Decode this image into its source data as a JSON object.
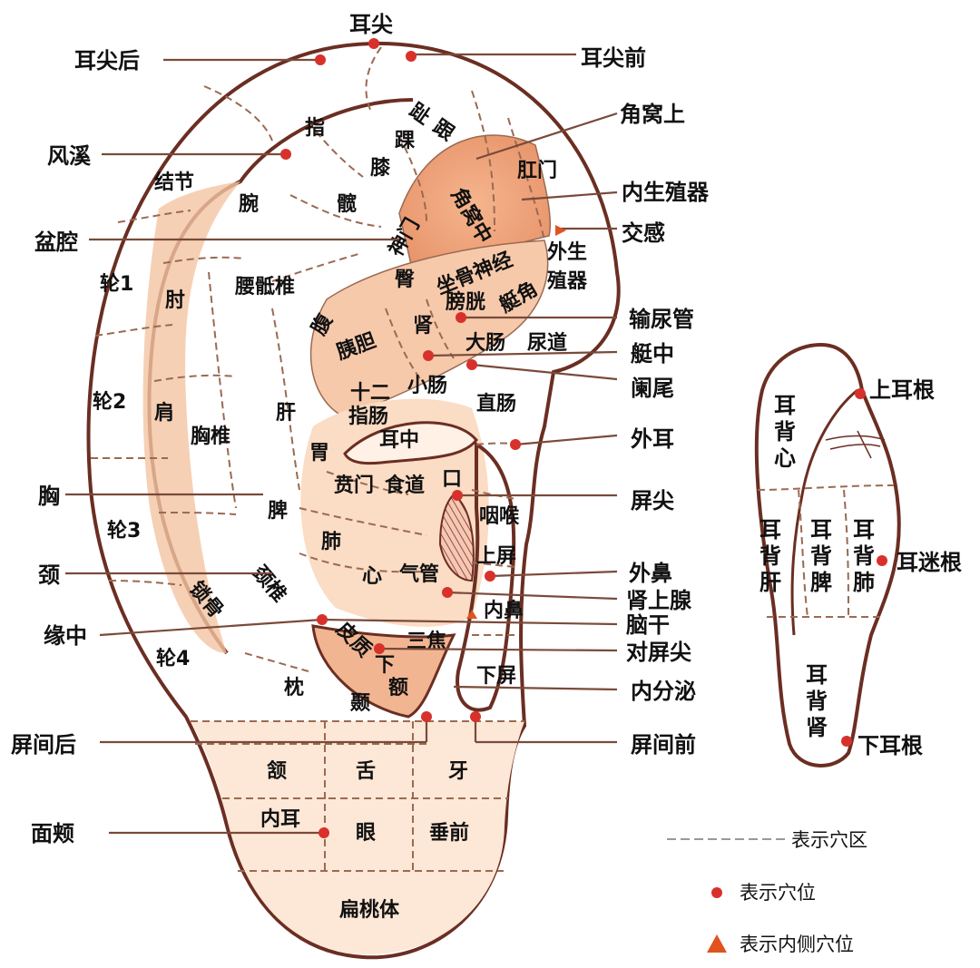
{
  "zones": {
    "zhi": "指",
    "zhi_toe": "趾",
    "gen": "跟",
    "huai": "踝",
    "xi": "膝",
    "kuan": "髋",
    "wan": "腕",
    "jiejie": "结节",
    "jiaowozhong": "角窝中",
    "shenmen": "神门",
    "gangmen": "肛门",
    "zuogu": "坐骨神经",
    "tun": "臀",
    "waisheng": "外生",
    "zhiqi": "殖器",
    "yaodizhui": "腰骶椎",
    "lun1": "轮1",
    "zhou": "肘",
    "pangguang": "膀胱",
    "tingjiao": "艇角",
    "shen": "肾",
    "fu": "腹",
    "yidan": "胰胆",
    "dachang": "大肠",
    "niaodao": "尿道",
    "lun2": "轮2",
    "jian": "肩",
    "shier": "十二",
    "zhichang": "指肠",
    "xiaochang": "小肠",
    "zhichang_rect": "直肠",
    "gan": "肝",
    "xiongzhui": "胸椎",
    "erzhong": "耳中",
    "wei": "胃",
    "bensmen": "贲门",
    "shidao": "食道",
    "kou": "口",
    "yanhou": "咽喉",
    "lun3": "轮3",
    "pi": "脾",
    "fei": "肺",
    "shangping": "上屏",
    "xin": "心",
    "qiguan": "气管",
    "neibi": "内鼻",
    "suogu": "锁骨",
    "jingzhui": "颈椎",
    "sanjiao": "三焦",
    "pizhi": "皮质",
    "xia": "下",
    "e": "额",
    "lun4": "轮4",
    "zhen": "枕",
    "nie": "颞",
    "xiaping": "下屏",
    "han": "颔",
    "she": "舌",
    "ya": "牙",
    "neier": "内耳",
    "yan": "眼",
    "chuiqian": "垂前",
    "biantaoti": "扁桃体"
  },
  "callouts": {
    "erjian": "耳尖",
    "erjianhou": "耳尖后",
    "erjianqian": "耳尖前",
    "jiaowoshang": "角窝上",
    "fengxi": "风溪",
    "neishengzhiqi": "内生殖器",
    "penqiang": "盆腔",
    "jiaogan": "交感",
    "shuniaoguan": "输尿管",
    "tingzhong": "艇中",
    "lanwei": "阑尾",
    "xiong": "胸",
    "waier": "外耳",
    "pingjian": "屏尖",
    "jing": "颈",
    "waibi": "外鼻",
    "shenshangxian": "肾上腺",
    "yuanzhong": "缘中",
    "naogan": "脑干",
    "duipingjian": "对屏尖",
    "neifenmi": "内分泌",
    "pingjianhou": "屏间后",
    "pingjianqian": "屏间前",
    "mianjia": "面颊"
  },
  "back_ear": {
    "beixin": "耳背心",
    "beigan": "耳背肝",
    "beipi": "耳背脾",
    "beifei": "耳背肺",
    "beishen": "耳背肾",
    "shangergen": "上耳根",
    "ermigen": "耳迷根",
    "xiaergen": "下耳根"
  },
  "legend": {
    "zone": "表示穴区",
    "point": "表示穴位",
    "inner": "表示内侧穴位"
  },
  "colors": {
    "skin": "#fbe0c8",
    "skin_dark": "#f2b592",
    "outline": "#6b2e22",
    "point": "#d8312b",
    "inner_triangle": "#e0531f"
  }
}
